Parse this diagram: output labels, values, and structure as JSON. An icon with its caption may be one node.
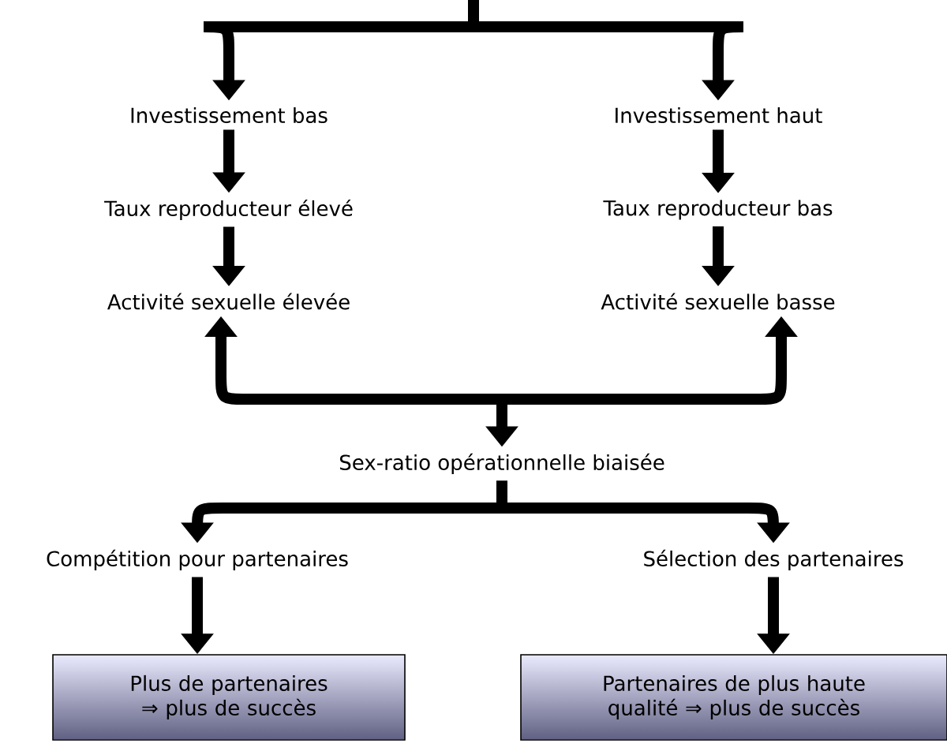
{
  "diagram": {
    "nodes": [
      {
        "text": [
          "Investissement bas"
        ]
      },
      {
        "text": [
          "Investissement haut"
        ]
      },
      {
        "text": [
          "Taux reproducteur élevé"
        ]
      },
      {
        "text": [
          "Taux reproducteur bas"
        ]
      },
      {
        "text": [
          "Activité sexuelle élevée"
        ]
      },
      {
        "text": [
          "Activité sexuelle basse"
        ]
      },
      {
        "text": [
          "Sex-ratio opérationnelle biaisée"
        ]
      },
      {
        "text": [
          "Compétition pour partenaires"
        ]
      },
      {
        "text": [
          "Sélection des partenaires"
        ]
      },
      {
        "text": [
          "Plus de partenaires ⇒ plus de succès"
        ]
      },
      {
        "text": [
          "Partenaires de plus haute qualité ⇒ plus de succès"
        ]
      }
    ],
    "edges": [
      {
        "from": null,
        "to": 0,
        "arrow": "to"
      },
      {
        "from": null,
        "to": 1,
        "arrow": "to"
      },
      {
        "from": 0,
        "to": 2,
        "arrow": "to"
      },
      {
        "from": 1,
        "to": 3,
        "arrow": "to"
      },
      {
        "from": 2,
        "to": 4,
        "arrow": "to"
      },
      {
        "from": 3,
        "to": 5,
        "arrow": "to"
      },
      {
        "from": 4,
        "to": 6,
        "arrow": "both"
      },
      {
        "from": 6,
        "to": 5,
        "arrow": "to"
      },
      {
        "from": 6,
        "to": 7,
        "arrow": "to"
      },
      {
        "from": 6,
        "to": 8,
        "arrow": "to"
      },
      {
        "from": 7,
        "to": 9,
        "arrow": "to"
      },
      {
        "from": 8,
        "to": 10,
        "arrow": "to"
      }
    ]
  }
}
